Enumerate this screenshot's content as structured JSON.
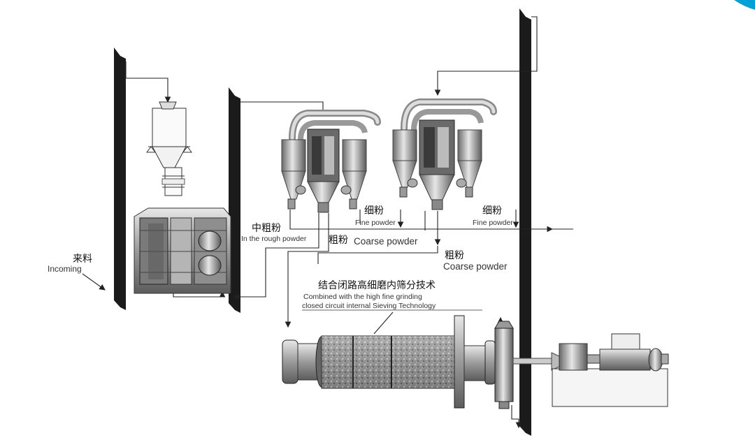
{
  "labels": {
    "incoming_cn": "来料",
    "incoming_en": "Incoming",
    "middle_coarse_cn": "中粗粉",
    "middle_coarse_en": "In the rough powder",
    "coarse1_cn": "粗粉",
    "coarse1_en": "Coarse powder",
    "coarse2_cn": "粗粉",
    "coarse2_en": "Coarse powder",
    "fine1_cn": "细粉",
    "fine1_en": "Fine powder",
    "fine2_cn": "细粉",
    "fine2_en": "Fine powder",
    "tech_cn": "结合闭路高细磨内筛分技术",
    "tech_en_line1": "Combined with the high fine grinding",
    "tech_en_line2": "closed circuit internal Sieving Technology"
  },
  "colors": {
    "frame": "#1b1b1b",
    "equipment": "#8a8a8a",
    "accent": "#00a0d8"
  }
}
